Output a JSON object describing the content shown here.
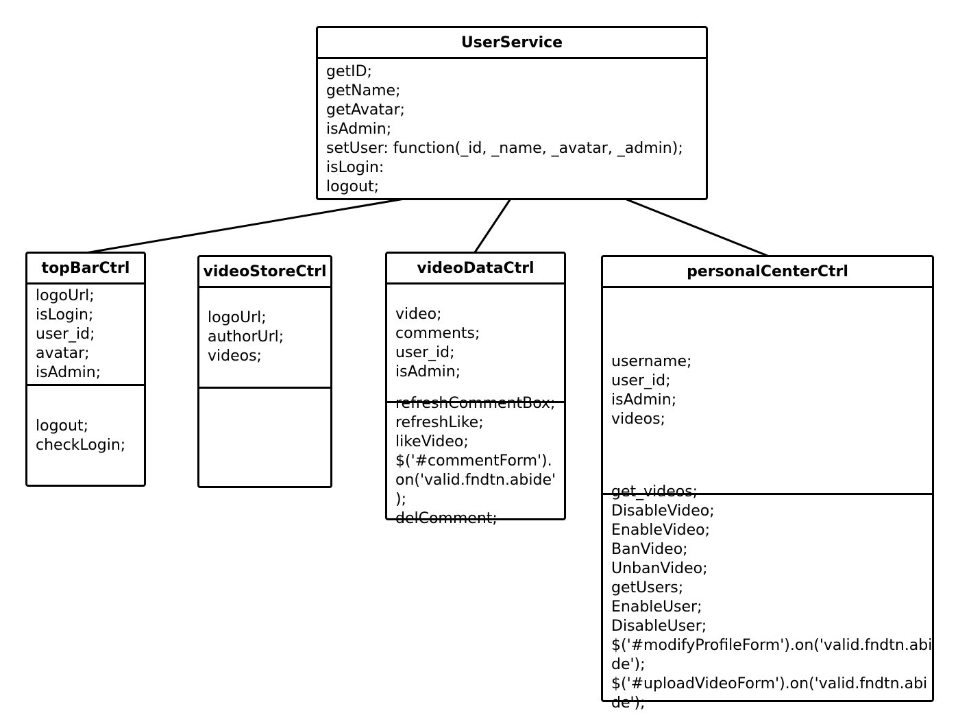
{
  "diagram": {
    "classes": {
      "user_service": {
        "name": "UserService",
        "attributes": [
          "getID;",
          "getName;",
          "getAvatar;",
          "isAdmin;",
          "setUser: function(_id, _name, _avatar, _admin);",
          "isLogin:",
          "logout;"
        ]
      },
      "top_bar_ctrl": {
        "name": "topBarCtrl",
        "attributes": [
          "logoUrl;",
          "isLogin;",
          "user_id;",
          "avatar;",
          "isAdmin;"
        ],
        "methods": [
          "logout;",
          "checkLogin;"
        ]
      },
      "video_store_ctrl": {
        "name": "videoStoreCtrl",
        "attributes": [
          "logoUrl;",
          "authorUrl;",
          "videos;"
        ],
        "methods": []
      },
      "video_data_ctrl": {
        "name": "videoDataCtrl",
        "attributes": [
          "video;",
          "comments;",
          "user_id;",
          "isAdmin;"
        ],
        "methods": [
          "refreshCommentBox;",
          "refreshLike;",
          "likeVideo;",
          "$('#commentForm').",
          "on('valid.fndtn.abide'",
          ");",
          "delComment;"
        ]
      },
      "personal_center_ctrl": {
        "name": "personalCenterCtrl",
        "attributes": [
          "username;",
          "user_id;",
          "isAdmin;",
          "videos;"
        ],
        "methods": [
          "get_videos;",
          "DisableVideo;",
          "EnableVideo;",
          "BanVideo;",
          "UnbanVideo;",
          "getUsers;",
          "EnableUser;",
          "DisableUser;",
          "$('#modifyProfileForm').on('valid.fndtn.abi",
          "de');",
          "$('#uploadVideoForm').on('valid.fndtn.abi",
          "de');"
        ]
      }
    },
    "connections": [
      {
        "from": "UserService",
        "to": "topBarCtrl"
      },
      {
        "from": "UserService",
        "to": "videoDataCtrl"
      },
      {
        "from": "UserService",
        "to": "personalCenterCtrl"
      }
    ]
  }
}
